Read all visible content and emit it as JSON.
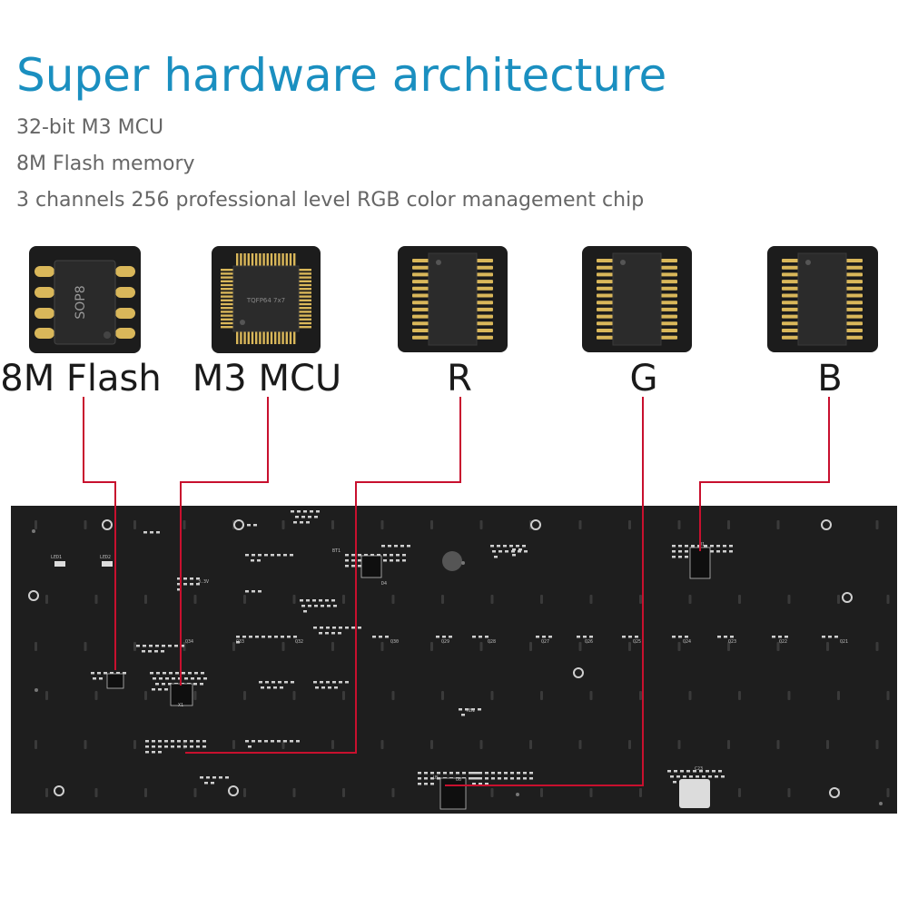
{
  "title": "Super hardware architecture",
  "features": [
    "32-bit M3 MCU",
    "8M Flash memory",
    "3 channels 256 professional level RGB color management chip"
  ],
  "chips": [
    {
      "label": "8M Flash",
      "package_text": "SOP8"
    },
    {
      "label": "M3 MCU",
      "package_text": "TQFP64 7x7"
    },
    {
      "label": "R"
    },
    {
      "label": "G"
    },
    {
      "label": "B"
    }
  ],
  "colors": {
    "title": "#1a8fc0",
    "text": "#666666",
    "connector": "#c8102e",
    "pcb": "#1e1e1e",
    "chip_tile": "#1c1c1c",
    "pad_gold": "#d9b75a"
  },
  "pcb_silkscreen": [
    "LED1",
    "LED2",
    "U1",
    "U5",
    "U6",
    "Q34",
    "Q33",
    "Q32",
    "Q30",
    "Q29",
    "Q28",
    "Q27",
    "Q26",
    "Q25",
    "Q24",
    "Q23",
    "Q22",
    "Q21",
    "3.3V",
    "BT1",
    "D4",
    "RB1",
    "X1",
    "C23"
  ]
}
